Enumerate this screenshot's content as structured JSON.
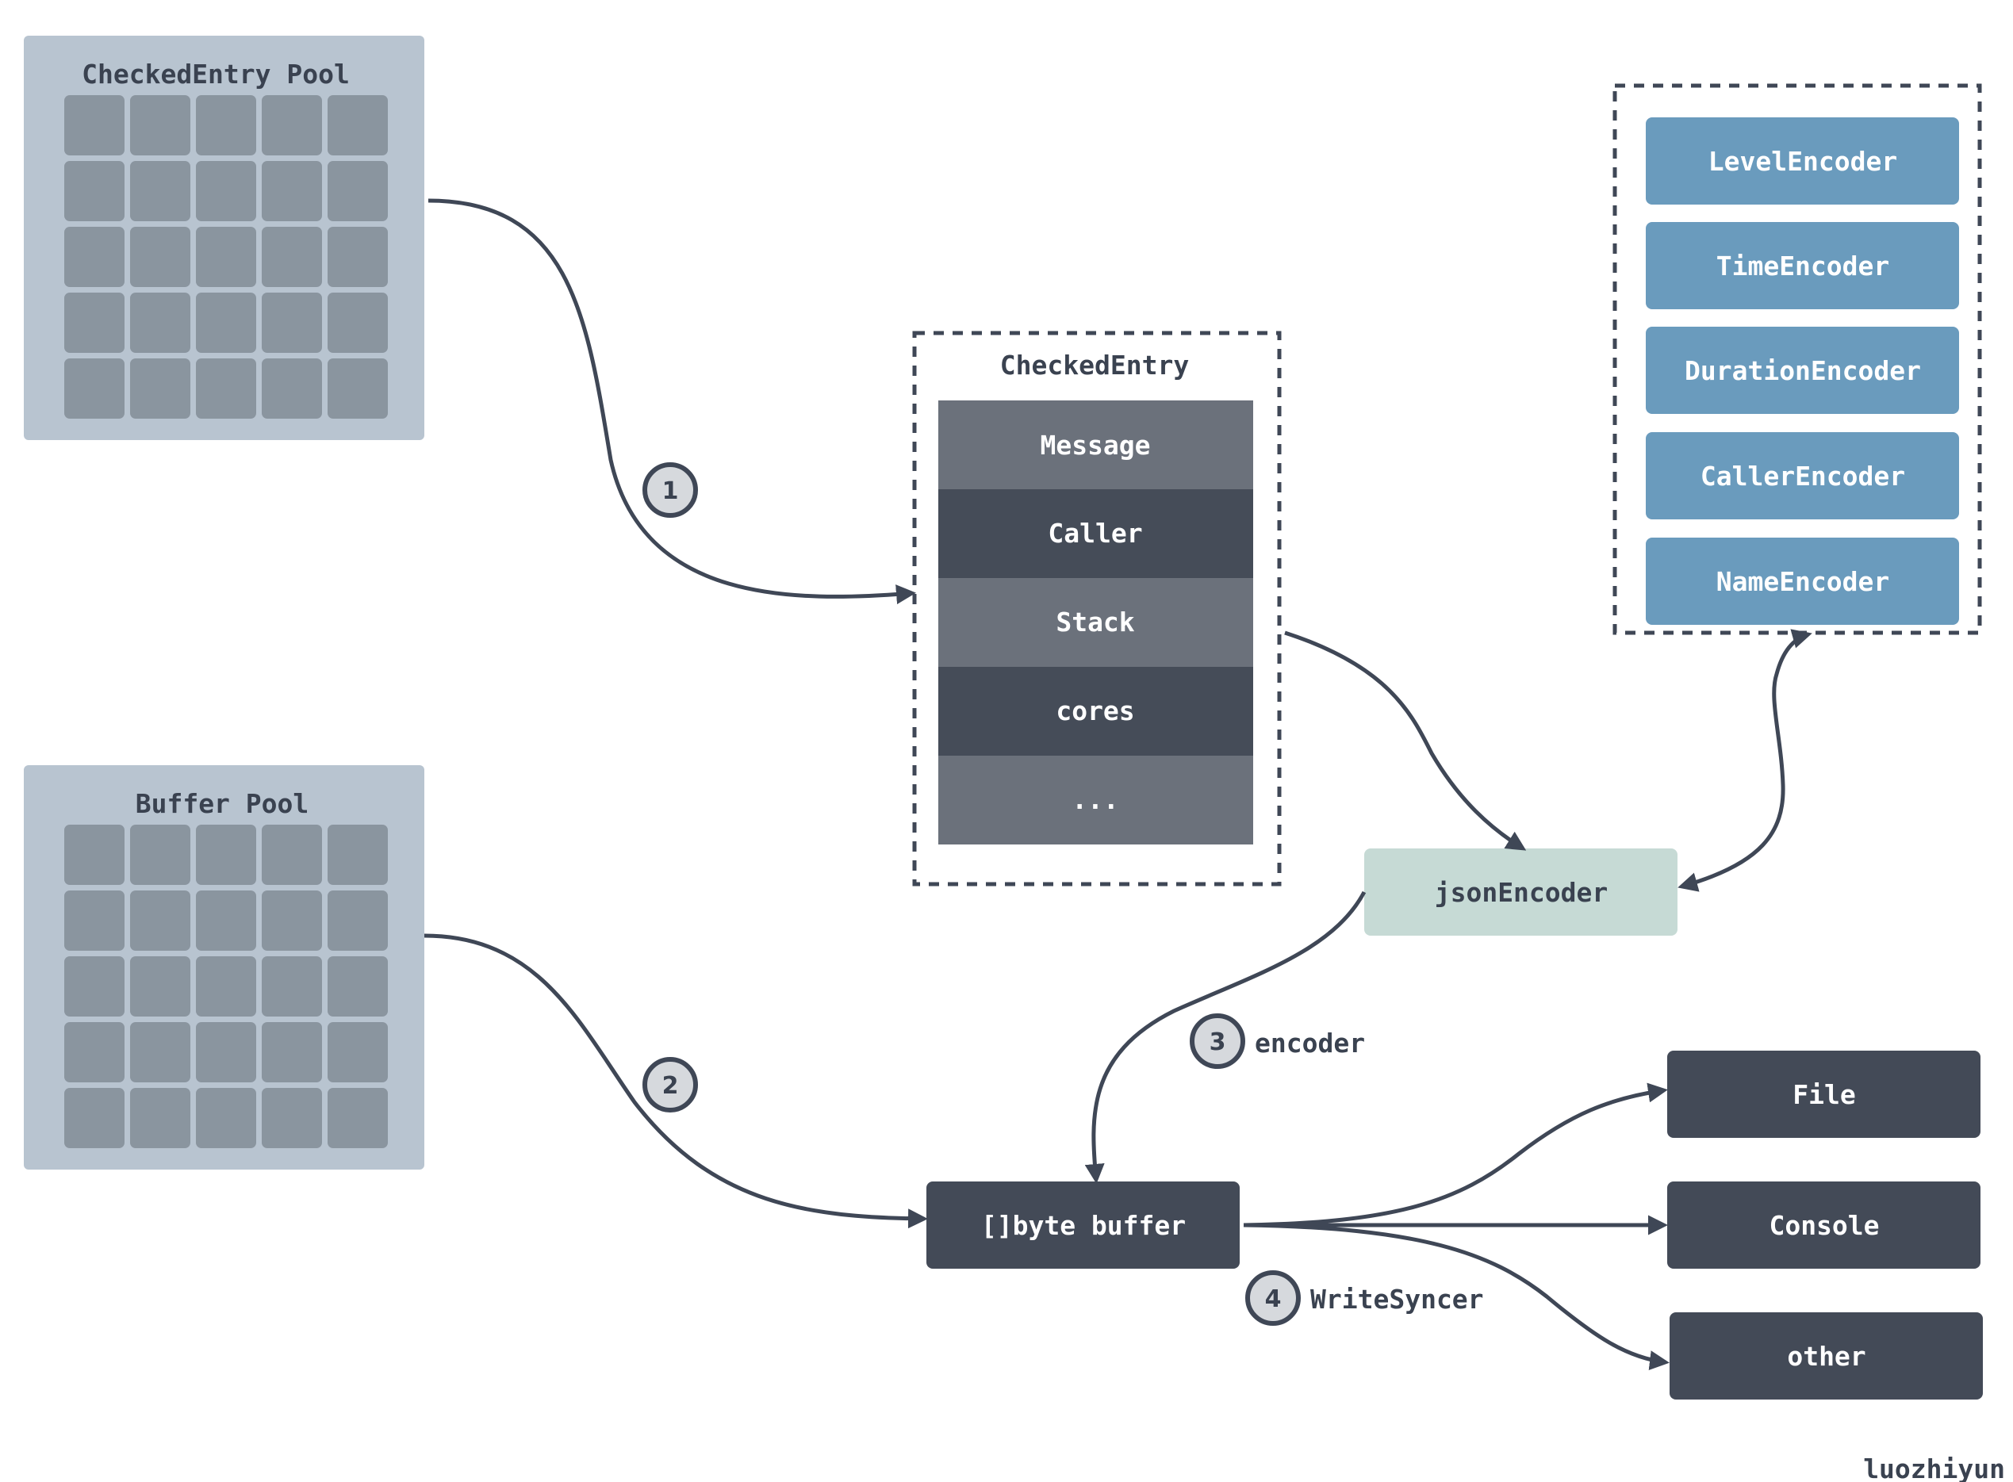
{
  "pools": [
    {
      "title": "CheckedEntry Pool"
    },
    {
      "title": "Buffer Pool"
    }
  ],
  "checked_entry": {
    "title": "CheckedEntry",
    "fields": [
      "Message",
      "Caller",
      "Stack",
      "cores",
      "..."
    ]
  },
  "encoders": [
    "LevelEncoder",
    "TimeEncoder",
    "DurationEncoder",
    "CallerEncoder",
    "NameEncoder"
  ],
  "json_encoder": "jsonEncoder",
  "byte_buffer": "[]byte buffer",
  "outputs": [
    "File",
    "Console",
    "other"
  ],
  "steps": [
    {
      "number": "1",
      "label": ""
    },
    {
      "number": "2",
      "label": ""
    },
    {
      "number": "3",
      "label": "encoder"
    },
    {
      "number": "4",
      "label": "WriteSyncer"
    }
  ],
  "author": "luozhiyun",
  "colors": {
    "pool_bg": "#b8c4d0",
    "pool_cell": "#8a959f",
    "field_light": "#6b717b",
    "field_dark": "#454c58",
    "encoder_bg": "#6a9bbd",
    "json_bg": "#c6dad5",
    "dark_box": "#434a57",
    "edge": "#3f4756"
  }
}
